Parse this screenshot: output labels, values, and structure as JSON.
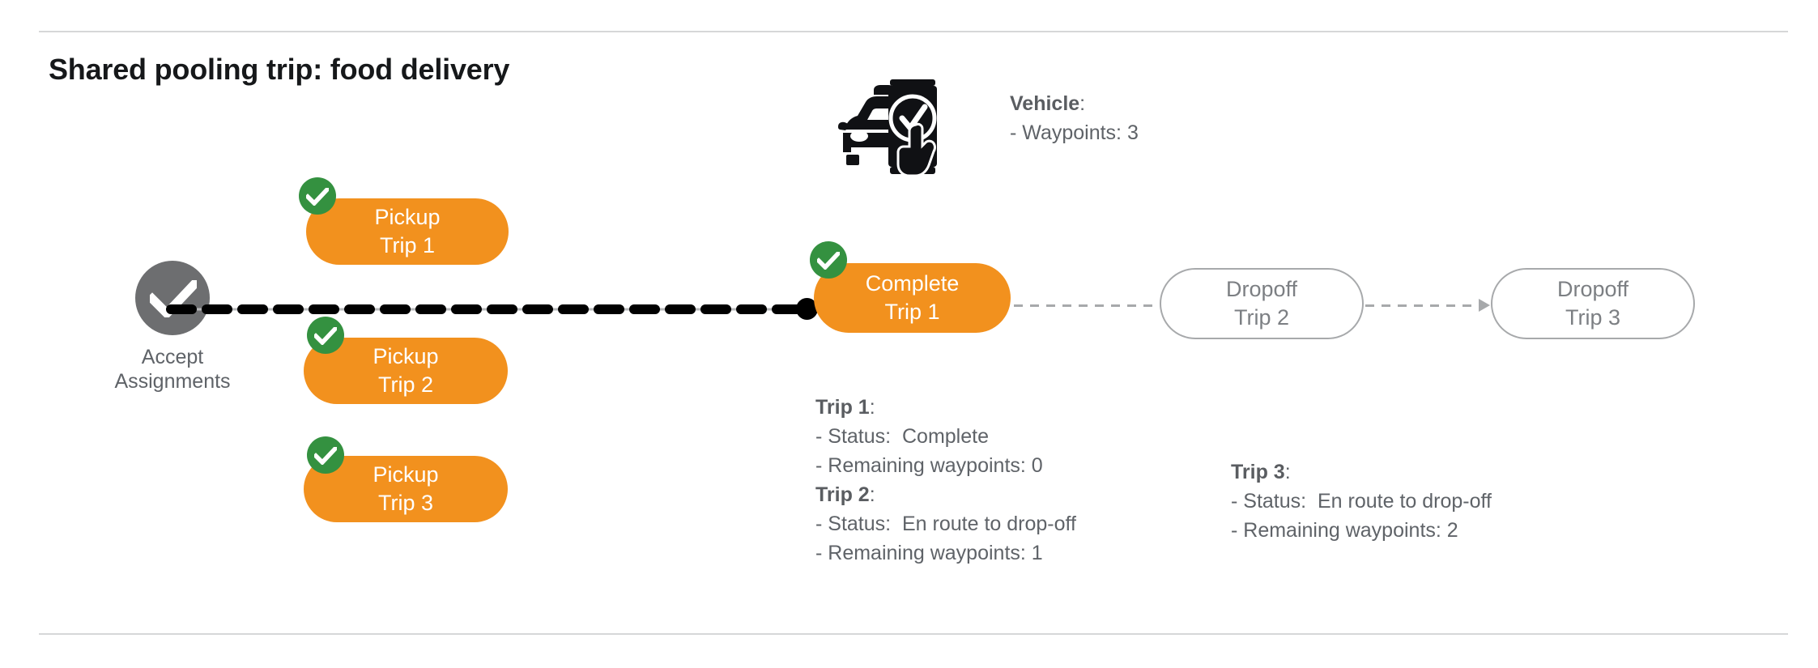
{
  "title": "Shared pooling trip: food delivery",
  "accept": {
    "icon": "check-circle-icon",
    "caption": "Accept\nAssignments"
  },
  "vehicle": {
    "icon": "car-phone-check-icon",
    "heading": "Vehicle",
    "heading_suffix": ":",
    "rows": [
      "- Waypoints: 3"
    ]
  },
  "nodes": {
    "pickup1": {
      "label": "Pickup\nTrip 1",
      "state": "done",
      "badge": "check-badge-icon"
    },
    "pickup2": {
      "label": "Pickup\nTrip 2",
      "state": "done",
      "badge": "check-badge-icon"
    },
    "pickup3": {
      "label": "Pickup\nTrip 3",
      "state": "done",
      "badge": "check-badge-icon"
    },
    "complete1": {
      "label": "Complete\nTrip 1",
      "state": "done",
      "badge": "check-badge-icon"
    },
    "dropoff2": {
      "label": "Dropoff\nTrip 2",
      "state": "pending"
    },
    "dropoff3": {
      "label": "Dropoff\nTrip 3",
      "state": "pending"
    }
  },
  "trips": [
    {
      "heading": "Trip 1",
      "heading_suffix": ":",
      "status_label": "- Status:",
      "status_value": "Complete",
      "waypoints_label": "- Remaining waypoints:",
      "waypoints_value": "0"
    },
    {
      "heading": "Trip 2",
      "heading_suffix": ":",
      "status_label": "- Status:",
      "status_value": "En route to drop-off",
      "waypoints_label": "- Remaining waypoints:",
      "waypoints_value": "1"
    },
    {
      "heading": "Trip 3",
      "heading_suffix": ":",
      "status_label": "- Status:",
      "status_value": "En route to drop-off",
      "waypoints_label": "- Remaining waypoints:",
      "waypoints_value": "2"
    }
  ],
  "colors": {
    "orange": "#F2911E",
    "green": "#349140",
    "grey_node": "#6d6e70",
    "outline": "#a7a9ab",
    "text_grey": "#5f6368",
    "black": "#000000"
  }
}
